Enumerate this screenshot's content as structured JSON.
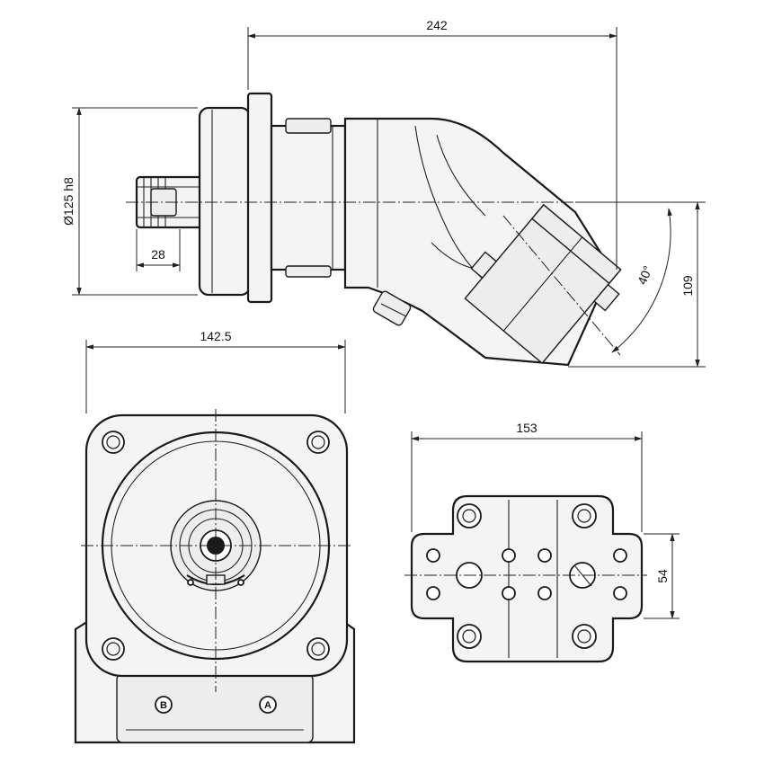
{
  "dimensions": {
    "overall_length": "242",
    "flange_diameter": "Ø125 h8",
    "shaft_length": "28",
    "housing_height": "109",
    "tilt_angle": "40°",
    "flange_width": "142.5",
    "port_plate_width": "153",
    "port_plate_height": "54"
  },
  "ports": {
    "port_b": "B",
    "port_a": "A"
  }
}
